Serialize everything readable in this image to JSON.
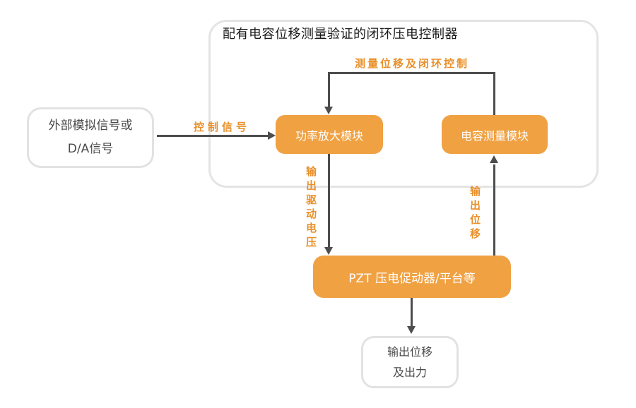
{
  "group": {
    "title": "配有电容位移测量验证的闭环压电控制器"
  },
  "nodes": {
    "external_signal": {
      "line1": "外部模拟信号或",
      "line2": "D/A信号"
    },
    "amplifier": {
      "label": "功率放大模块"
    },
    "capacitance": {
      "label": "电容测量模块"
    },
    "pzt": {
      "label": "PZT 压电促动器/平台等"
    },
    "output": {
      "line1": "输出位移",
      "line2": "及出力"
    }
  },
  "edges": {
    "control_signal": "控制信号",
    "feedback": "测量位移及闭环控制",
    "drive_voltage": "输出驱动电压",
    "displacement": "输出位移"
  },
  "colors": {
    "node_orange": "#F0A142",
    "label_orange": "#E8902B",
    "arrow_gray": "#4D4D4D",
    "border_gray": "#E4E4E4"
  }
}
